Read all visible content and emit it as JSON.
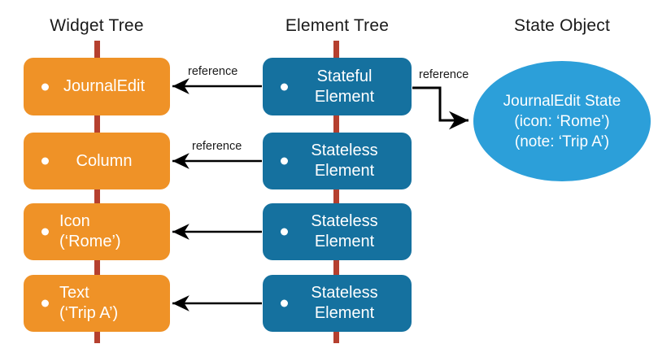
{
  "columns": {
    "widget_tree_title": "Widget Tree",
    "element_tree_title": "Element Tree",
    "state_object_title": "State Object"
  },
  "widget_tree": {
    "nodes": [
      {
        "label": "JournalEdit",
        "align": "center"
      },
      {
        "label": "Column",
        "align": "center"
      },
      {
        "label": "Icon\n(‘Rome’)",
        "align": "left"
      },
      {
        "label": "Text\n(‘Trip A’)",
        "align": "left"
      }
    ]
  },
  "element_tree": {
    "nodes": [
      {
        "label": "Stateful\nElement",
        "align": "center"
      },
      {
        "label": "Stateless\nElement",
        "align": "center"
      },
      {
        "label": "Stateless\nElement",
        "align": "center"
      },
      {
        "label": "Stateless\nElement",
        "align": "center"
      }
    ]
  },
  "state_object": {
    "label": "JournalEdit State\n(icon: ‘Rome’)\n(note: ‘Trip A’)"
  },
  "arrows": {
    "labels": [
      "reference",
      "reference",
      "reference"
    ]
  },
  "colors": {
    "widget_box": "#ef9227",
    "element_box": "#15719f",
    "state_ellipse": "#2c9fd9",
    "spine": "#b5402f",
    "arrow": "#000000",
    "text_dark": "#1a1a1a",
    "text_light": "#ffffff",
    "background": "#ffffff"
  }
}
